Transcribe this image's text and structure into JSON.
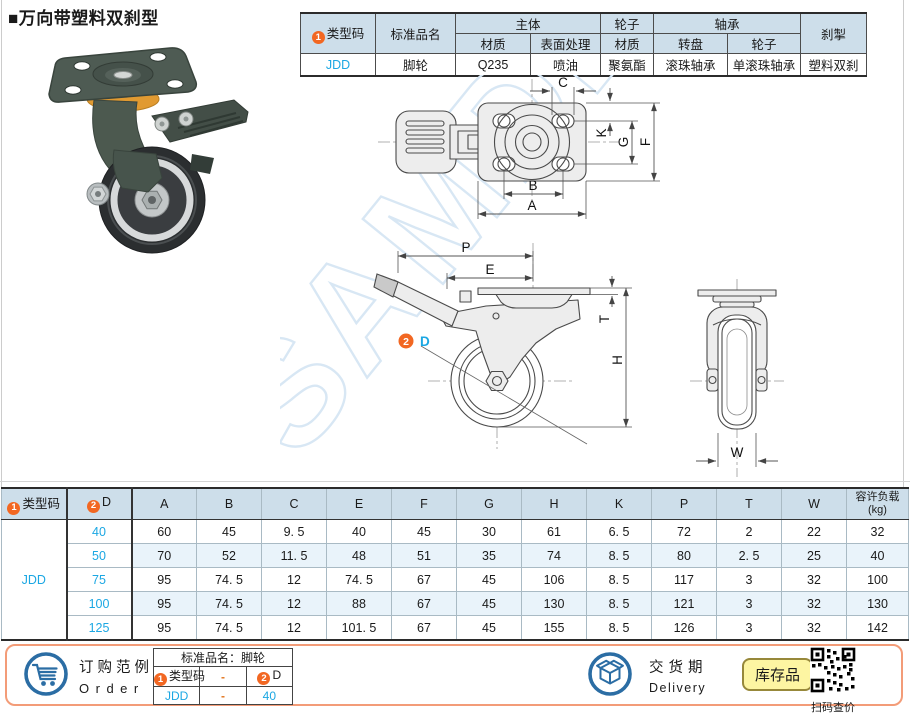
{
  "colors": {
    "accent_orange": "#f26722",
    "link_blue": "#1ba7e3",
    "header_blue": "#cddeea",
    "row_alt_blue": "#e9f3fa",
    "footer_border": "#f39c78",
    "icon_blue": "#2b6da4",
    "stock_yellow_bg": "#fdf5a2",
    "stock_yellow_border": "#97883a"
  },
  "page": {
    "title": "■万向带塑料双刹型",
    "watermark": "SAMDER"
  },
  "badges": {
    "b1": "1",
    "b2": "2"
  },
  "spec_table": {
    "h_type_code": "类型码",
    "h_std_name": "标准品名",
    "h_body": "主体",
    "h_material": "材质",
    "h_surface": "表面处理",
    "h_wheel": "轮子",
    "h_wheel_material": "材质",
    "h_bearing": "轴承",
    "h_swivel_plate": "转盘",
    "h_bearing_wheel": "轮子",
    "h_brake": "刹掣",
    "type_code": "JDD",
    "std_name": "脚轮",
    "material": "Q235",
    "surface": "喷油",
    "wheel_material": "聚氨酯",
    "swivel_bearing": "滚珠轴承",
    "wheel_bearing": "单滚珠轴承",
    "brake": "塑料双刹"
  },
  "drawing": {
    "dims": {
      "c": "C",
      "k": "K",
      "g": "G",
      "f": "F",
      "b": "B",
      "a": "A",
      "p": "P",
      "e": "E",
      "t": "T",
      "h": "H",
      "w": "W",
      "d": "D"
    }
  },
  "size_table": {
    "h_type_code": "类型码",
    "h_d": "D",
    "cols": [
      "A",
      "B",
      "C",
      "E",
      "F",
      "G",
      "H",
      "K",
      "P",
      "T",
      "W"
    ],
    "h_load_1": "容许负载",
    "h_load_2": "(kg)",
    "type_code": "JDD",
    "rows": [
      {
        "d": "40",
        "vals": [
          "60",
          "45",
          "9. 5",
          "40",
          "45",
          "30",
          "61",
          "6. 5",
          "72",
          "2",
          "22"
        ],
        "load": "32"
      },
      {
        "d": "50",
        "vals": [
          "70",
          "52",
          "11. 5",
          "48",
          "51",
          "35",
          "74",
          "8. 5",
          "80",
          "2. 5",
          "25"
        ],
        "load": "40"
      },
      {
        "d": "75",
        "vals": [
          "95",
          "74. 5",
          "12",
          "74. 5",
          "67",
          "45",
          "106",
          "8. 5",
          "117",
          "3",
          "32"
        ],
        "load": "100"
      },
      {
        "d": "100",
        "vals": [
          "95",
          "74. 5",
          "12",
          "88",
          "67",
          "45",
          "130",
          "8. 5",
          "121",
          "3",
          "32"
        ],
        "load": "130"
      },
      {
        "d": "125",
        "vals": [
          "95",
          "74. 5",
          "12",
          "101. 5",
          "67",
          "45",
          "155",
          "8. 5",
          "126",
          "3",
          "32"
        ],
        "load": "142"
      }
    ]
  },
  "footer": {
    "order_cn": "订购范例",
    "order_en": "Order",
    "table_title": "标准品名：脚轮",
    "t_type_code": "类型码",
    "dash": "-",
    "t_d": "D",
    "v_type": "JDD",
    "v_d": "40",
    "delivery_cn": "交货期",
    "delivery_en": "Delivery",
    "stock": "库存品",
    "qr_caption": "扫码查价"
  }
}
